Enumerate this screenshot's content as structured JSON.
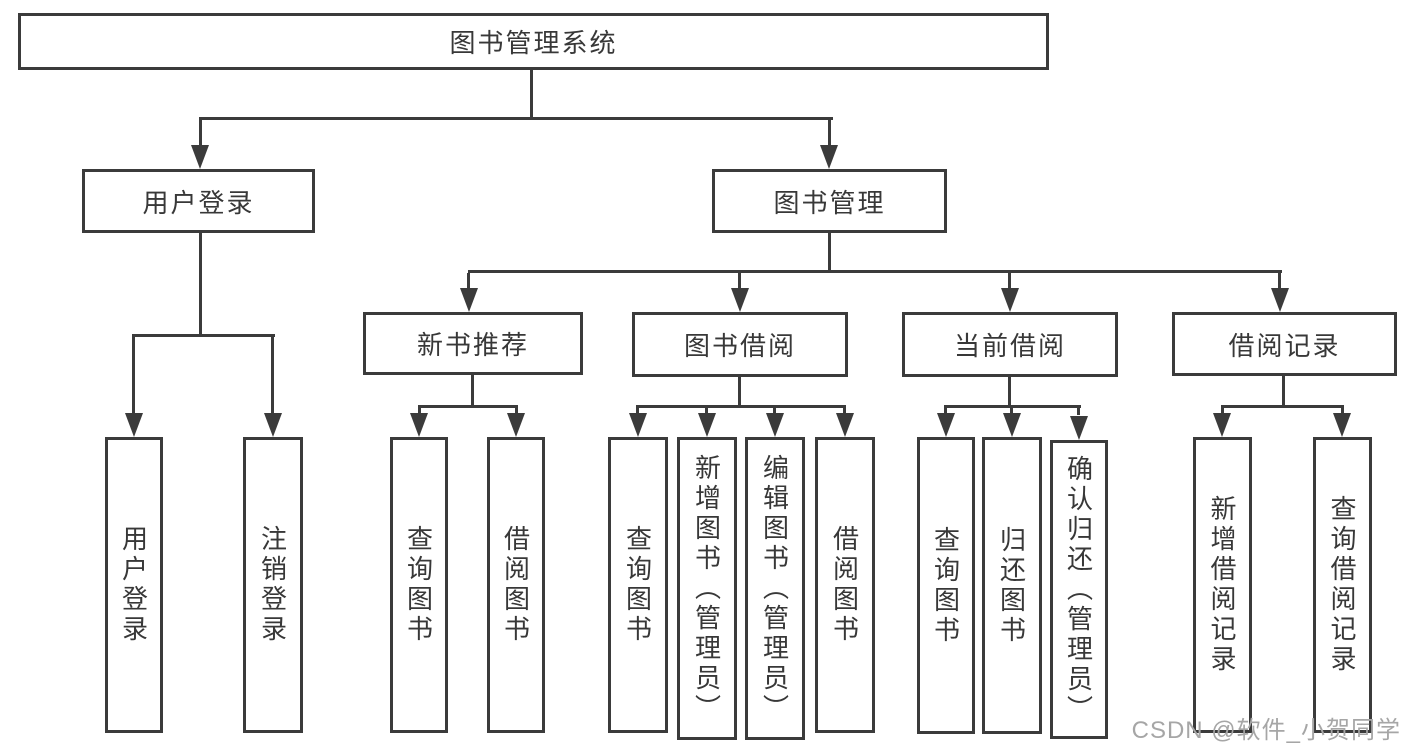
{
  "diagram": {
    "watermark": "CSDN @软件_小贺同学",
    "colors": {
      "line": "#3b3b3b",
      "box_border": "#3b3b3b",
      "box_fill": "#ffffff",
      "text": "#383838",
      "watermark_text": "#a6a6a6",
      "background": "#ffffff"
    },
    "root": {
      "label": "图书管理系统"
    },
    "branches": [
      {
        "label": "用户登录",
        "children": [
          {
            "label": "用户登录"
          },
          {
            "label": "注销登录"
          }
        ]
      },
      {
        "label": "图书管理",
        "children": [
          {
            "label": "新书推荐",
            "children": [
              {
                "label": "查询图书"
              },
              {
                "label": "借阅图书"
              }
            ]
          },
          {
            "label": "图书借阅",
            "children": [
              {
                "label": "查询图书"
              },
              {
                "label": "新增图书（管理员）"
              },
              {
                "label": "编辑图书（管理员）"
              },
              {
                "label": "借阅图书"
              }
            ]
          },
          {
            "label": "当前借阅",
            "children": [
              {
                "label": "查询图书"
              },
              {
                "label": "归还图书"
              },
              {
                "label": "确认归还（管理员）"
              }
            ]
          },
          {
            "label": "借阅记录",
            "children": [
              {
                "label": "新增借阅记录"
              },
              {
                "label": "查询借阅记录"
              }
            ]
          }
        ]
      }
    ]
  }
}
